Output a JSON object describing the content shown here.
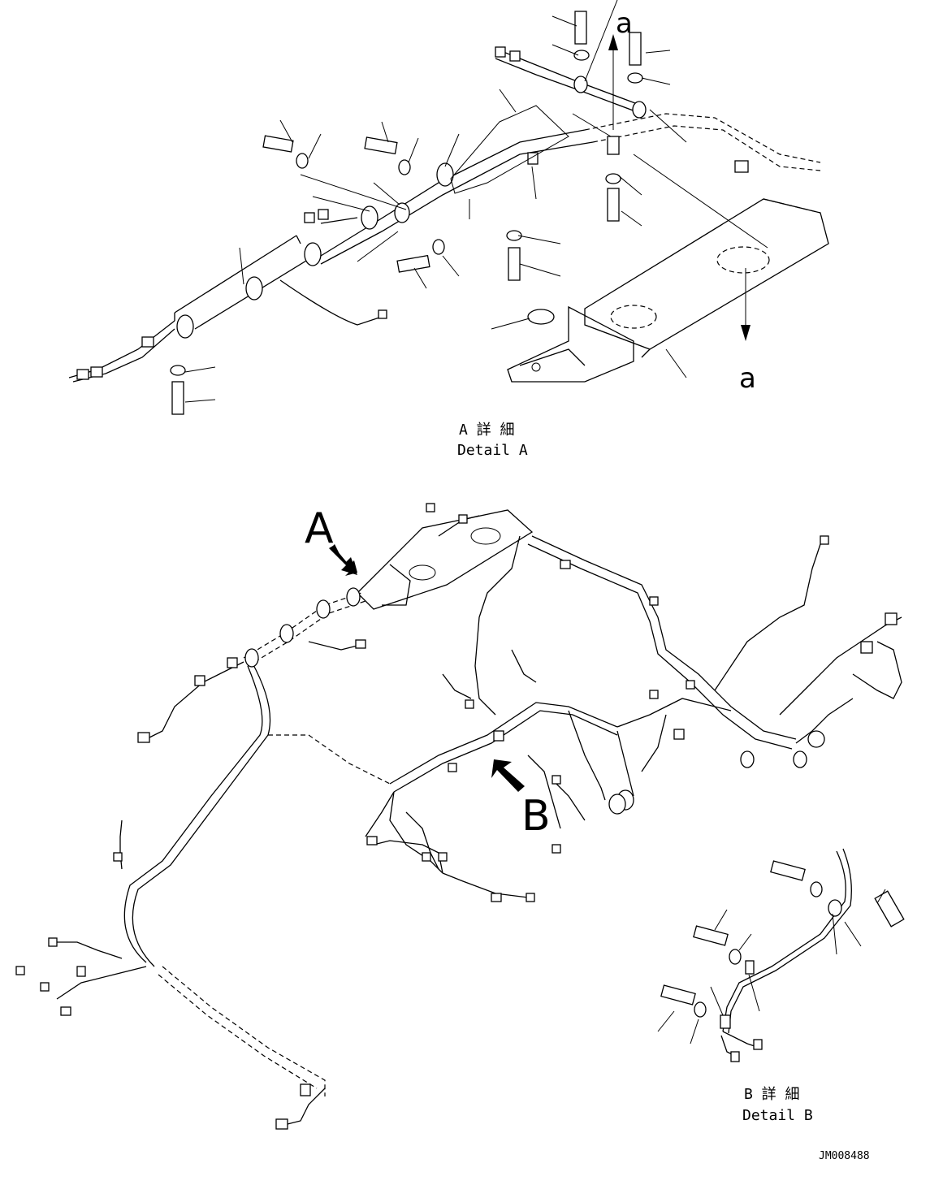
{
  "detail_a": {
    "marker_letter": "A",
    "caption_jp": "A 詳 細",
    "caption_en": "Detail A",
    "view_marker": "a"
  },
  "detail_b": {
    "marker_letter": "B",
    "caption_jp": "B 詳 細",
    "caption_en": "Detail B"
  },
  "drawing_id": "JM008488"
}
